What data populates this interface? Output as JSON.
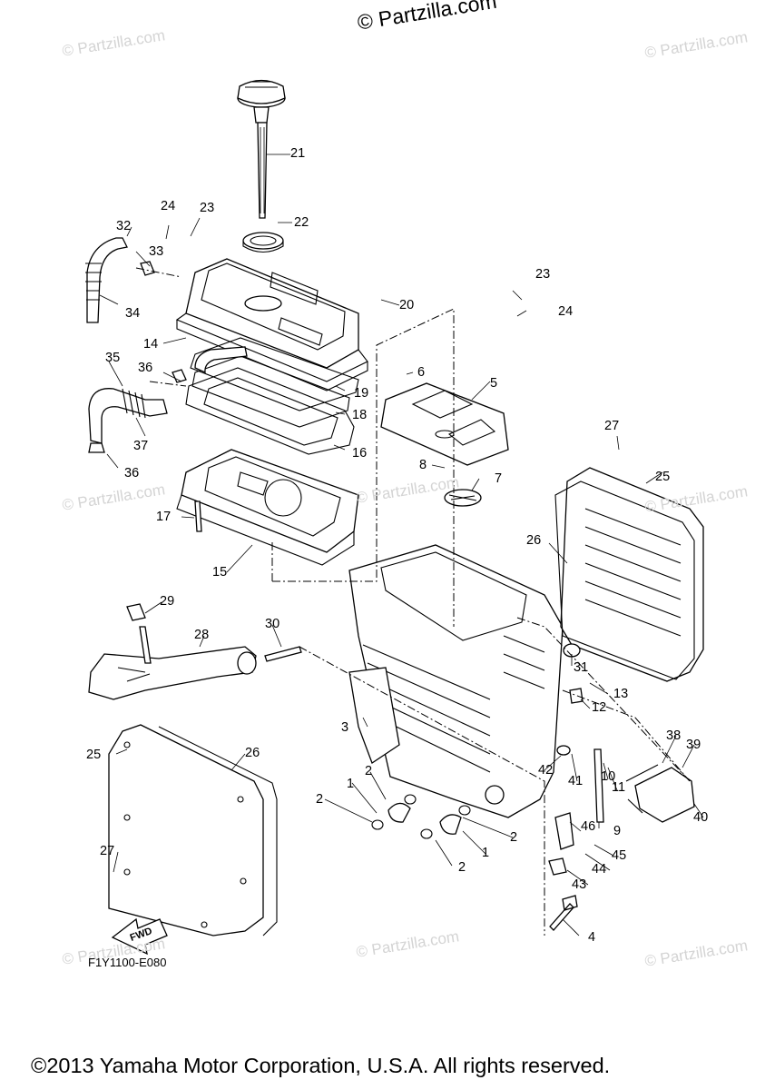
{
  "watermark_main": "© Partzilla.com",
  "watermark_faint": "© Partzilla.com",
  "diagram_code": "F1Y1100-E080",
  "fwd_label": "FWD",
  "copyright": "©2013 Yamaha Motor Corporation, U.S.A. All rights reserved.",
  "part_numbers": [
    "21",
    "22",
    "23",
    "24",
    "32",
    "33",
    "34",
    "20",
    "23",
    "24",
    "14",
    "35",
    "36",
    "19",
    "6",
    "5",
    "18",
    "37",
    "16",
    "36",
    "27",
    "8",
    "7",
    "25",
    "17",
    "26",
    "15",
    "29",
    "30",
    "28",
    "31",
    "13",
    "3",
    "12",
    "25",
    "26",
    "38",
    "39",
    "42",
    "10",
    "2",
    "1",
    "41",
    "11",
    "2",
    "40",
    "46",
    "9",
    "2",
    "1",
    "2",
    "45",
    "27",
    "44",
    "43",
    "4"
  ]
}
